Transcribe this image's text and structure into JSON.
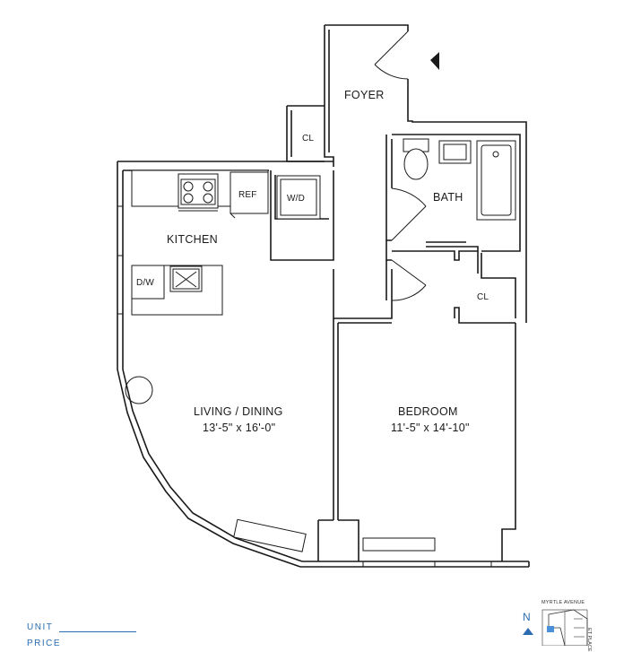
{
  "rooms": {
    "foyer": "FOYER",
    "closet_foyer": "CL",
    "bath": "BATH",
    "washer_dryer": "W/D",
    "refrigerator": "REF",
    "kitchen": "KITCHEN",
    "dishwasher": "D/W",
    "closet_bedroom": "CL",
    "living_dining": "LIVING / DINING",
    "living_dining_dims": "13'-5\" x 16'-0\"",
    "bedroom": "BEDROOM",
    "bedroom_dims": "11'-5\" x 14'-10\""
  },
  "footer": {
    "unit_label": "UNIT",
    "price_label": "PRICE",
    "north": "N",
    "street_top": "MYRTLE AVENUE",
    "street_side": "ET PLACE"
  },
  "colors": {
    "accent": "#2b6cb0",
    "line": "#1a1a1a",
    "unit_highlight": "#4a90d9"
  }
}
